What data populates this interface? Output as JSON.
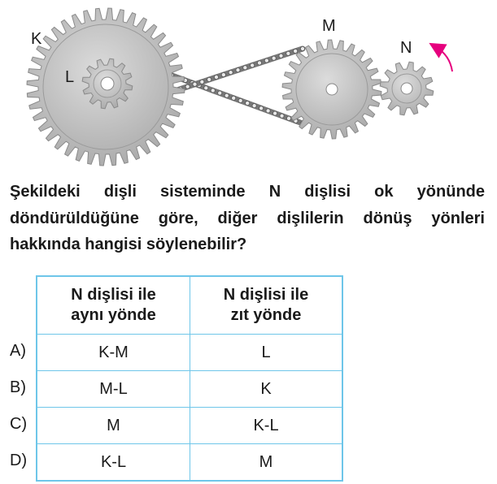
{
  "figure": {
    "gear_labels": {
      "K": "K",
      "L": "L",
      "M": "M",
      "N": "N"
    },
    "arrow_color": "#e6007e",
    "gear_color": "#bdbdbd"
  },
  "question": {
    "text": "Şekildeki dişli sisteminde N dişlisi ok yönünde döndürüldüğüne göre, diğer dişlilerin dönüş yönleri hakkında hangisi söylenebilir?"
  },
  "table": {
    "headers": [
      {
        "line1": "N dişlisi ile",
        "line2": "aynı yönde"
      },
      {
        "line1": "N dişlisi ile",
        "line2": "zıt yönde"
      }
    ],
    "rows": [
      {
        "option": "A)",
        "same": "K-M",
        "opposite": "L"
      },
      {
        "option": "B)",
        "same": "M-L",
        "opposite": "K"
      },
      {
        "option": "C)",
        "same": "M",
        "opposite": "K-L"
      },
      {
        "option": "D)",
        "same": "K-L",
        "opposite": "M"
      }
    ]
  }
}
